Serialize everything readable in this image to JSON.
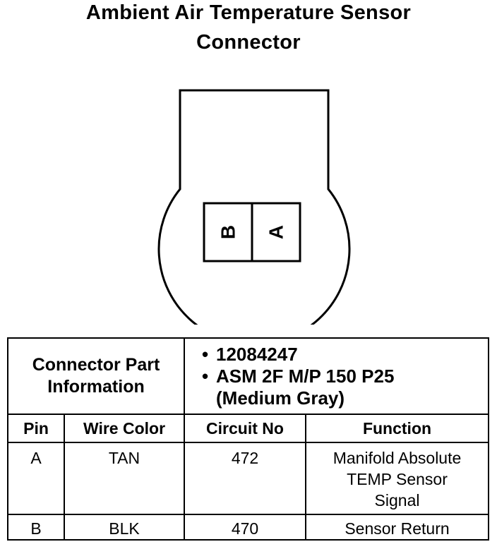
{
  "title": {
    "line1": "Ambient Air Temperature Sensor",
    "line2": "Connector"
  },
  "connector": {
    "pin_b_label": "B",
    "pin_a_label": "A"
  },
  "part_info": {
    "label_line1": "Connector Part",
    "label_line2": "Information",
    "bullet": "•",
    "items": [
      "12084247",
      "ASM 2F M/P 150 P25",
      "(Medium Gray)"
    ]
  },
  "table": {
    "headers": [
      "Pin",
      "Wire Color",
      "Circuit No",
      "Function"
    ],
    "rows": [
      {
        "pin": "A",
        "wire_color": "TAN",
        "circuit": "472",
        "function_lines": [
          "Manifold Absolute",
          "TEMP Sensor",
          "Signal"
        ]
      },
      {
        "pin": "B",
        "wire_color": "BLK",
        "circuit": "470",
        "function_lines": [
          "Sensor Return"
        ]
      }
    ]
  }
}
